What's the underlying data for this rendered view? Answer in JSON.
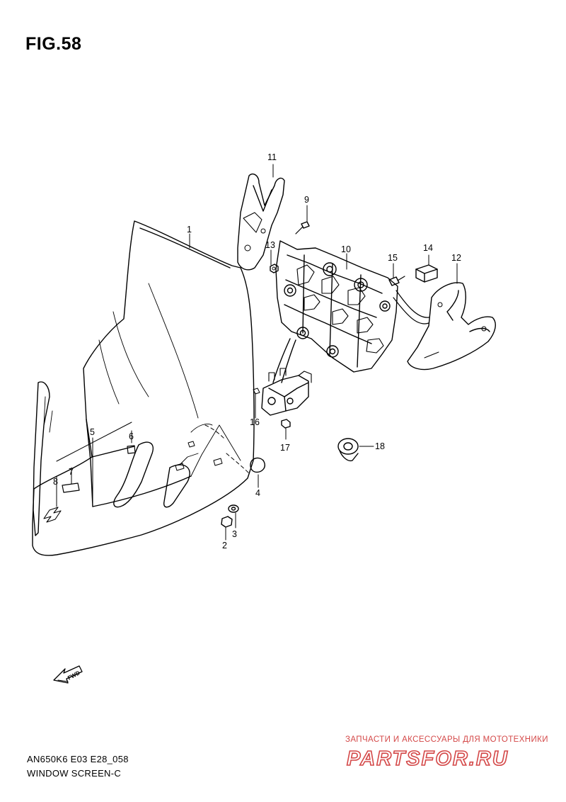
{
  "figure": {
    "title": "FIG.58",
    "code": "AN650K6 E03 E28_058",
    "name": "WINDOW SCREEN-C"
  },
  "callouts": [
    "1",
    "2",
    "3",
    "4",
    "5",
    "6",
    "7",
    "8",
    "9",
    "10",
    "11",
    "12",
    "13",
    "14",
    "15",
    "16",
    "17",
    "18"
  ],
  "direction_arrow": {
    "label": "FWD"
  },
  "watermark": {
    "tagline": "ЗАПЧАСТИ И АКСЕССУАРЫ ДЛЯ МОТОТЕХНИКИ",
    "logo_text": "PARTSFOR.RU",
    "color": "#d44848"
  }
}
